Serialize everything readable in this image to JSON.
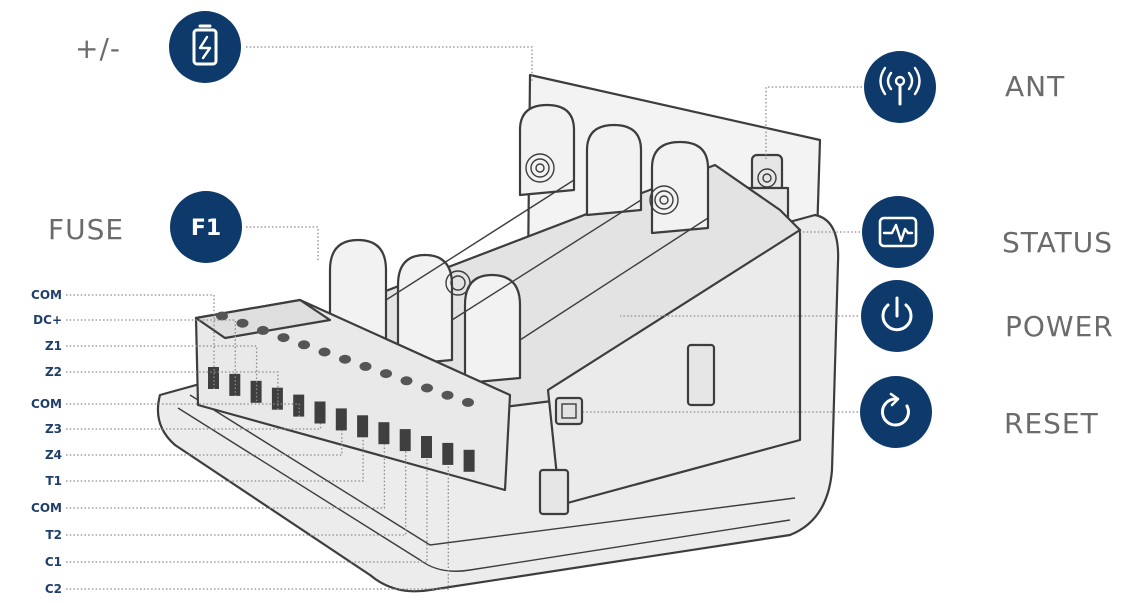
{
  "colors": {
    "badge": "#0e3a6b",
    "label_text": "#6b6b6b",
    "terminal_text": "#1f3f6a",
    "leader_line": "#8a8a8a",
    "device_outline": "#3d3d3d",
    "device_fill": "#f1f1f1"
  },
  "callouts": [
    {
      "id": "battery",
      "label": "+/-",
      "icon": "battery-icon"
    },
    {
      "id": "fuse",
      "label": "FUSE",
      "badge_text": "F1",
      "icon": "fuse-badge"
    },
    {
      "id": "antenna",
      "label": "ANT",
      "icon": "antenna-icon"
    },
    {
      "id": "status",
      "label": "STATUS",
      "icon": "status-pulse-icon"
    },
    {
      "id": "power",
      "label": "POWER",
      "icon": "power-icon"
    },
    {
      "id": "reset",
      "label": "RESET",
      "icon": "reset-icon"
    }
  ],
  "terminals": [
    "COM",
    "DC+",
    "Z1",
    "Z2",
    "COM",
    "Z3",
    "Z4",
    "T1",
    "COM",
    "T2",
    "C1",
    "C2"
  ]
}
